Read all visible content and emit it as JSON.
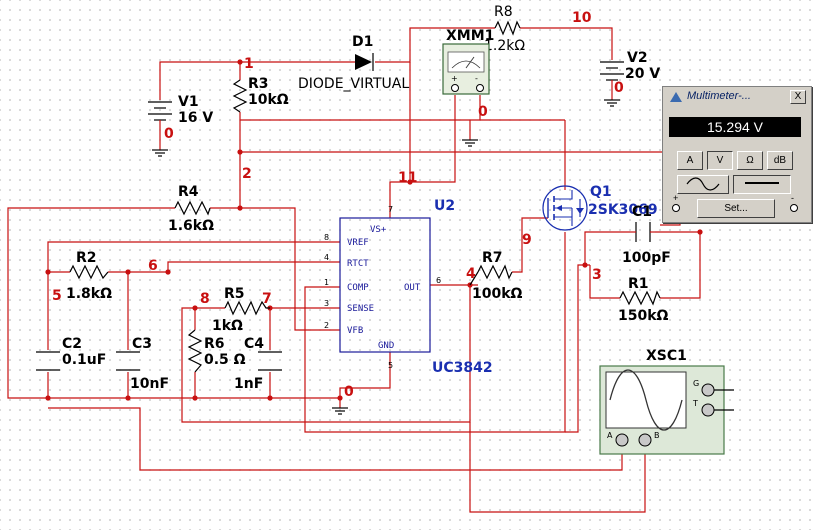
{
  "nodes": {
    "n0a": "0",
    "n0b": "0",
    "n0c": "0",
    "n0d": "0",
    "n1": "1",
    "n2": "2",
    "n3": "3",
    "n4": "4",
    "n5": "5",
    "n6": "6",
    "n7": "7",
    "n8": "8",
    "n9": "9",
    "n10": "10",
    "n11": "11"
  },
  "components": {
    "d1": {
      "ref": "D1",
      "value": "DIODE_VIRTUAL"
    },
    "r8": {
      "ref": "R8",
      "value": "1.2kΩ"
    },
    "xmm1": {
      "ref": "XMM1"
    },
    "v2": {
      "ref": "V2",
      "value": "20 V"
    },
    "v1": {
      "ref": "V1",
      "value": "16 V"
    },
    "r3": {
      "ref": "R3",
      "value": "10kΩ"
    },
    "r4": {
      "ref": "R4",
      "value": "1.6kΩ"
    },
    "r2": {
      "ref": "R2",
      "value": "1.8kΩ"
    },
    "r5": {
      "ref": "R5",
      "value": "1kΩ"
    },
    "r6": {
      "ref": "R6",
      "value": "0.5 Ω"
    },
    "c2": {
      "ref": "C2",
      "value": "0.1uF"
    },
    "c3": {
      "ref": "C3",
      "value": "10nF"
    },
    "c4": {
      "ref": "C4",
      "value": "1nF"
    },
    "r7": {
      "ref": "R7",
      "value": "100kΩ"
    },
    "q1": {
      "ref": "Q1",
      "value": "2SK3069"
    },
    "c1": {
      "ref": "C1",
      "value": "100pF"
    },
    "r1": {
      "ref": "R1",
      "value": "150kΩ"
    },
    "u2": {
      "ref": "U2",
      "value": "UC3842",
      "pins": {
        "vs": "VS+",
        "vref": "VREF",
        "rtct": "RTCT",
        "comp": "COMP",
        "sense": "SENSE",
        "vfb": "VFB",
        "out": "OUT",
        "gnd": "GND"
      },
      "pin_numbers": {
        "vs": "7",
        "vref": "8",
        "rtct": "4",
        "comp": "1",
        "sense": "3",
        "vfb": "2",
        "out": "6",
        "gnd": "5"
      }
    },
    "xsc1": {
      "ref": "XSC1",
      "terminals": {
        "g": "G",
        "t": "T",
        "a": "A",
        "b": "B"
      }
    }
  },
  "multimeter": {
    "title": "Multimeter-...",
    "close": "X",
    "reading": "15.294 V",
    "buttons": [
      "A",
      "V",
      "Ω",
      "dB"
    ],
    "active_button": "V",
    "set_label": "Set...",
    "term_plus": "+",
    "term_minus": "-"
  },
  "colors": {
    "wire": "#c81010",
    "component": "#000000",
    "label_blue": "#1a2fb0"
  }
}
